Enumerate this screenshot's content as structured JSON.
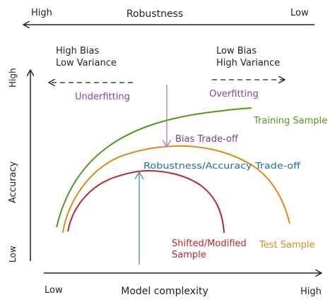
{
  "robustness_axis": {
    "left_label": "High",
    "title": "Robustness",
    "right_label": "Low"
  },
  "x_axis": {
    "left_label": "Low",
    "title": "Model complexity",
    "right_label": "High"
  },
  "y_axis": {
    "top_label": "High",
    "title": "Accuracy",
    "bottom_label": "Low"
  },
  "regions": {
    "left_line1": "High Bias",
    "left_line2": "Low Variance",
    "right_line1": "Low Bias",
    "right_line2": "High Variance",
    "underfitting": "Underfitting",
    "overfitting": "Overfitting"
  },
  "annotations": {
    "bias_tradeoff": "Bias Trade-off",
    "robustness_tradeoff": "Robustness/Accuracy Trade-off"
  },
  "curves": {
    "training": {
      "label": "Training Sample",
      "color": "#4f9a1a"
    },
    "test": {
      "label": "Test Sample",
      "color": "#e08a16"
    },
    "shifted": {
      "label_line1": "Shifted/Modified",
      "label_line2": "Sample",
      "color": "#b5292e"
    }
  },
  "colors": {
    "underfitting": "#8a3fb0",
    "overfitting": "#8a3fb0",
    "bias_arrow": "#b07cc8",
    "bias_text": "#7a3a9a",
    "robustness_arrow": "#5a8fb8",
    "robustness_text": "#1f6f9f",
    "ink": "#222222"
  }
}
